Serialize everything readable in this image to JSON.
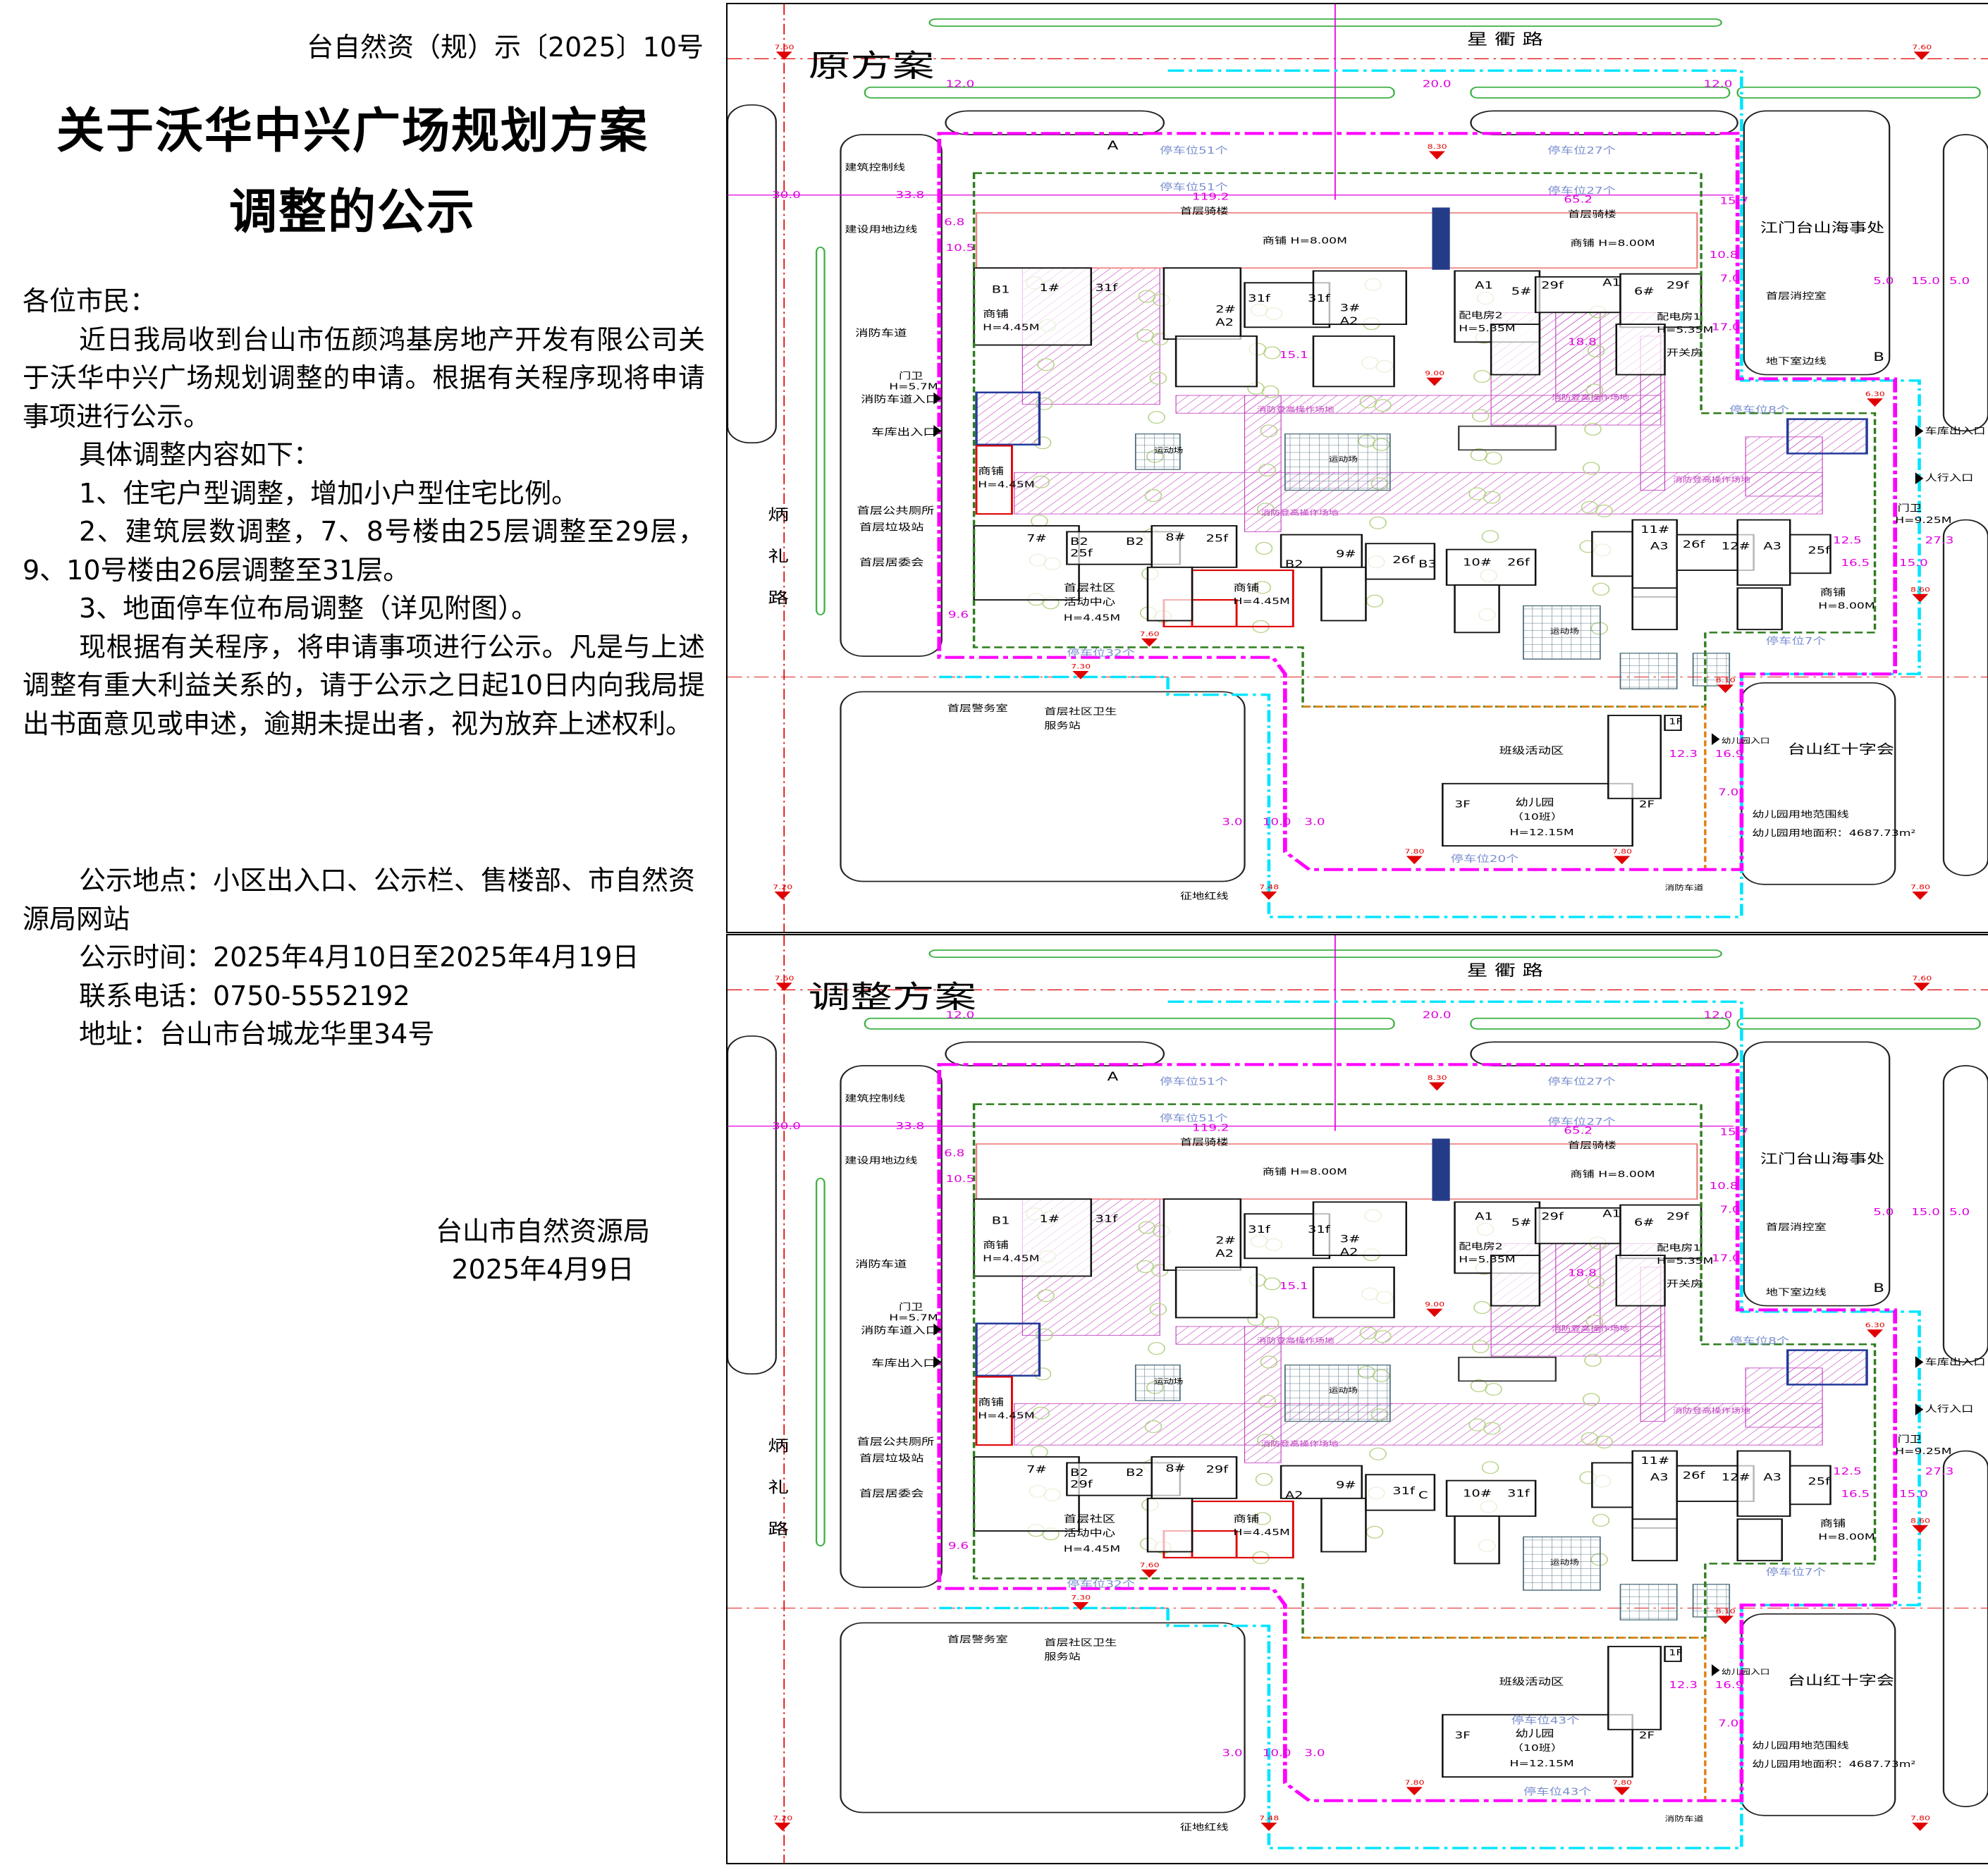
{
  "notice": {
    "doc_number": "台自然资（规）示〔2025〕10号",
    "title_line1": "关于沃华中兴广场规划方案",
    "title_line2": "调整的公示",
    "salutation": "各位市民：",
    "para1": "近日我局收到台山市伍颜鸿基房地产开发有限公司关于沃华中兴广场规划调整的申请。根据有关程序现将申请事项进行公示。",
    "para2": "具体调整内容如下：",
    "item1": "1、住宅户型调整，增加小户型住宅比例。",
    "item2": "2、建筑层数调整，7、8号楼由25层调整至29层，9、10号楼由26层调整至31层。",
    "item3": "3、地面停车位布局调整（详见附图）。",
    "para3": "现根据有关程序，将申请事项进行公示。凡是与上述调整有重大利益关系的，请于公示之日起10日内向我局提出书面意见或申述，逾期未提出者，视为放弃上述权利。",
    "location": "公示地点：小区出入口、公示栏、售楼部、市自然资源局网站",
    "period": "公示时间：2025年4月10日至2025年4月19日",
    "phone": "联系电话：0750-5552192",
    "address": "地址：台山市台城龙华里34号",
    "issuer": "台山市自然资源局",
    "date": "2025年4月9日"
  },
  "site_labels": {
    "road_north": "星 衢 路",
    "road_west_1": "炳",
    "road_west_2": "礼",
    "road_west_3": "路",
    "build_control_line": "建筑控制线",
    "land_boundary": "建设用地边线",
    "fire_lane": "消防车道",
    "guard_west": "门卫",
    "guard_west_h": "H=5.7M",
    "fire_lane_entry": "消防车道入口",
    "garage_entry_west": "车库出入口",
    "public_toilet": "首层公共厕所",
    "garbage_station": "首层垃圾站",
    "resident_committee": "首层居委会",
    "police_room": "首层警务室",
    "health_station_1": "首层社区卫生",
    "health_station_2": "服务站",
    "arcade_1": "首层骑楼",
    "arcade_2": "首层骑楼",
    "shop_top_1": "商铺 H=8.00M",
    "shop_top_2": "商铺 H=8.00M",
    "shop_w1": "商铺",
    "shop_w1_h": "H=4.45M",
    "shop_w2": "商铺",
    "shop_w2_h": "H=4.45M",
    "shop_s": "商铺",
    "shop_s_h": "H=4.45M",
    "shop_e": "商铺",
    "shop_e_h": "H=8.00M",
    "community_1": "首层社区",
    "community_2": "活动中心",
    "community_h": "H=4.45M",
    "power_room_2": "配电房2",
    "power_room_2_h": "H=5.35M",
    "power_room_1": "配电房1",
    "power_room_1_h": "H=5.35M",
    "switch_room": "开关房",
    "fire_ops_1": "消防登高操作场地",
    "fire_ops_2": "消防登高操作场地",
    "fire_ops_3": "消防登高操作场地",
    "fire_ops_4": "消防登高操作场地",
    "sports_1": "运动场",
    "sports_2": "运动场",
    "sports_3": "运动场",
    "maritime": "江门台山海事处",
    "fire_control": "首层消控室",
    "basement_line": "地下室边线",
    "garage_entry_east": "车库出入口",
    "ped_entry": "人行入口",
    "guard_east": "门卫",
    "guard_east_h": "H=9.25M",
    "red_cross": "台山红十字会",
    "kinder_entry": "幼儿园入口",
    "kinder_boundary": "幼儿园用地范围线",
    "kinder_area": "幼儿园用地面积：4687.73m²",
    "class_area": "班级活动区",
    "kinder": "幼儿园",
    "kinder_classes": "（10班）",
    "kinder_h": "H=12.15M",
    "kinder_3f": "3F",
    "kinder_2f": "2F",
    "kinder_1f": "1F",
    "land_red_line": "征地红线",
    "fire_lane_s": "消防车道",
    "section_a": "A",
    "section_b": "B",
    "dims": [
      "12.0",
      "20.0",
      "12.0",
      "30.0",
      "33.8",
      "119.2",
      "65.2",
      "15.7",
      "5.0",
      "15.0",
      "5.0",
      "10.8",
      "7.0",
      "17.0",
      "27.3",
      "12.5",
      "16.5",
      "15.0",
      "12.3",
      "16.9",
      "7.0",
      "3.0",
      "10.0",
      "3.0",
      "9.6",
      "6.8",
      "10.5",
      "18.8",
      "15.1"
    ],
    "elevations": [
      "7.60",
      "7.60",
      "8.30",
      "9.00",
      "6.30",
      "8.60",
      "7.30",
      "7.60",
      "8.10",
      "7.80",
      "7.80",
      "7.20",
      "7.48",
      "7.80"
    ]
  },
  "plans": [
    {
      "title": "原方案",
      "parking": [
        "停车位51个",
        "停车位51个",
        "停车位27个",
        "停车位27个",
        "停车位32个",
        "停车位7个",
        "停车位8个",
        "停车位20个"
      ],
      "buildings": {
        "b1": "B1",
        "n1": "1#",
        "f1": "31f",
        "n2": "2#",
        "t2": "A2",
        "f2a": "31f",
        "f2b": "31f",
        "n3": "3#",
        "t3": "A2",
        "a1a": "A1",
        "n5": "5#",
        "f5": "29f",
        "a1b": "A1",
        "n6": "6#",
        "f6": "29f",
        "n7": "7#",
        "b2a": "B2",
        "f7": "25f",
        "b2b": "B2",
        "n8": "8#",
        "f8": "25f",
        "b2c": "B2",
        "n9": "9#",
        "f9": "26f",
        "b3": "B3",
        "n10": "10#",
        "f10": "26f",
        "n11": "11#",
        "a3a": "A3",
        "f11": "26f",
        "n12": "12#",
        "a3b": "A3",
        "f12": "25f"
      }
    },
    {
      "title": "调整方案",
      "parking": [
        "停车位51个",
        "停车位51个",
        "停车位27个",
        "停车位27个",
        "停车位32个",
        "停车位7个",
        "停车位8个",
        "停车位43个",
        "停车位43个"
      ],
      "buildings": {
        "b1": "B1",
        "n1": "1#",
        "f1": "31f",
        "n2": "2#",
        "t2": "A2",
        "f2a": "31f",
        "f2b": "31f",
        "n3": "3#",
        "t3": "A2",
        "a1a": "A1",
        "n5": "5#",
        "f5": "29f",
        "a1b": "A1",
        "n6": "6#",
        "f6": "29f",
        "n7": "7#",
        "b2a": "B2",
        "f7": "29f",
        "b2b": "B2",
        "n8": "8#",
        "f8": "29f",
        "b2c": "A2",
        "n9": "9#",
        "f9": "31f",
        "b3": "C",
        "n10": "10#",
        "f10": "31f",
        "n11": "11#",
        "a3a": "A3",
        "f11": "26f",
        "n12": "12#",
        "a3b": "A3",
        "f12": "25f"
      }
    }
  ],
  "colors": {
    "magenta": "#ff00ff",
    "cyan": "#00e5ff",
    "green": "#2e7d1e",
    "red": "#e00000",
    "gray": "#555555",
    "hatch": "#c040c0",
    "dim": "#e000e0"
  }
}
